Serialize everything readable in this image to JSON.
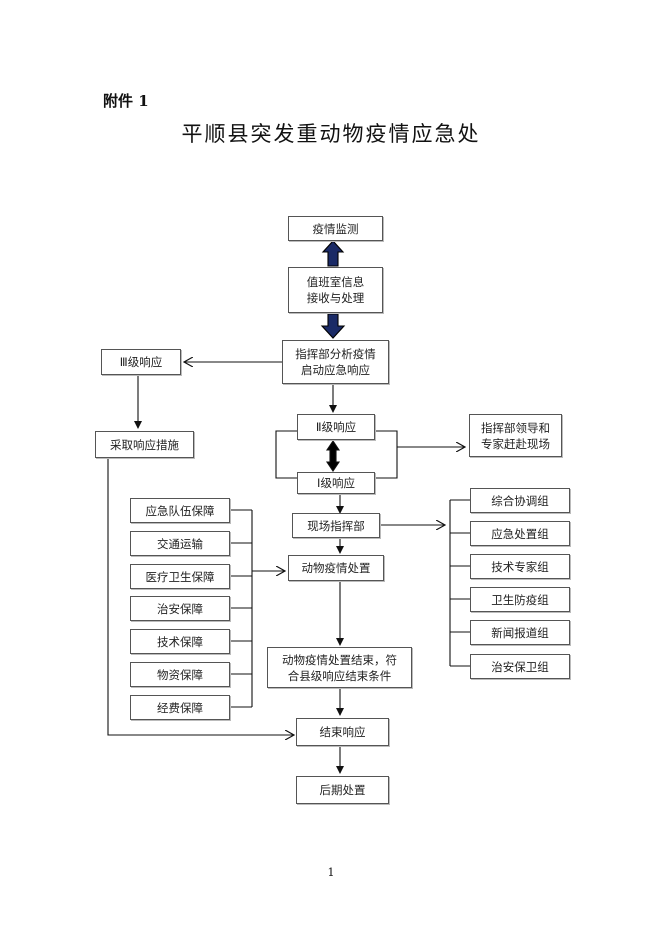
{
  "header": {
    "annex": "附件 1",
    "title": "平顺县突发重动物疫情应急处",
    "page_number": "1"
  },
  "flowchart": {
    "monitoring": "疫情监测",
    "duty_room": "值班室信息\n接收与处理",
    "command_analysis": "指挥部分析疫情\n启动应急响应",
    "level3": "Ⅲ级响应",
    "take_measures": "采取响应措施",
    "level2": "Ⅱ级响应",
    "level1": "Ⅰ级响应",
    "leaders_experts": "指挥部领导和\n专家赶赴现场",
    "field_command": "现场指挥部",
    "disposal": "动物疫情处置",
    "disposal_end": "动物疫情处置结束，符\n合县级响应结束条件",
    "end_response": "结束响应",
    "aftermath": "后期处置",
    "guarantees": [
      "应急队伍保障",
      "交通运输",
      "医疗卫生保障",
      "治安保障",
      "技术保障",
      "物资保障",
      "经费保障"
    ],
    "groups": [
      "综合协调组",
      "应急处置组",
      "技术专家组",
      "卫生防疫组",
      "新闻报道组",
      "治安保卫组"
    ]
  }
}
